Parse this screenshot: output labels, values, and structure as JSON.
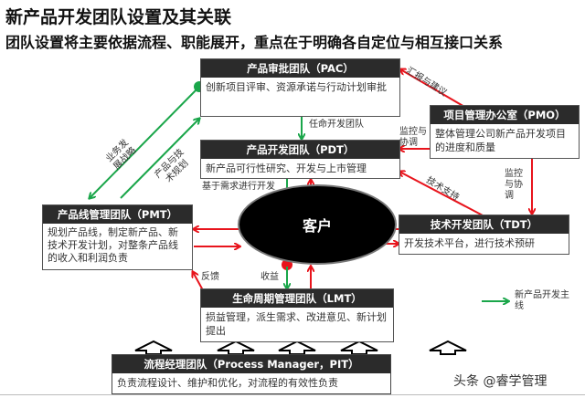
{
  "header": {
    "title": "新产品开发团队设置及其关联",
    "subtitle": "团队设置将主要依据流程、职能展开，重点在于明确各自定位与相互接口关系"
  },
  "teams": {
    "pac": {
      "title": "产品审批团队（PAC）",
      "desc": "创新项目评审、资源承诺与行动计划审批"
    },
    "pmo": {
      "title": "项目管理办公室（PMO）",
      "desc": "整体管理公司新产品开发项目的进度和质量"
    },
    "pdt": {
      "title": "产品开发团队（PDT）",
      "desc": "新产品可行性研究、开发与上市管理"
    },
    "pmt": {
      "title": "产品线管理团队（PMT）",
      "desc": "规划产品线，制定新产品、新技术开发计划，对整条产品线的收入和利润负责"
    },
    "tdt": {
      "title": "技术开发团队（TDT）",
      "desc": "开发技术平台，进行技术预研"
    },
    "lmt": {
      "title": "生命周期管理团队（LMT）",
      "desc": "损益管理，派生需求、改进意见、新计划提出"
    },
    "pit": {
      "title": "流程经理团队（Process Manager，PIT）",
      "desc": "负责流程设计、维护和优化，对流程的有效性负责"
    }
  },
  "customer": {
    "label": "客户"
  },
  "connector_labels": {
    "report_advice": "汇报与建议",
    "monitor_coord_1": "监控与\n协调",
    "monitor_coord_2": "监控\n与协\n调",
    "tech_support": "技术支持",
    "appoint_team": "任命开发团队",
    "demand_dev": "基于需求进行开发",
    "business_strategy": "业务发\n展战略",
    "product_tech_plan": "产品与技\n术规划",
    "feedback": "反馈",
    "revenue": "收益"
  },
  "legend": {
    "label": "新产品开发主线",
    "color": "#1aa64a"
  },
  "colors": {
    "main_line": "#1aa64a",
    "support_line": "#e8141c",
    "header_bg": "#2b2b2b"
  },
  "watermark": "头条 @睿学管理"
}
